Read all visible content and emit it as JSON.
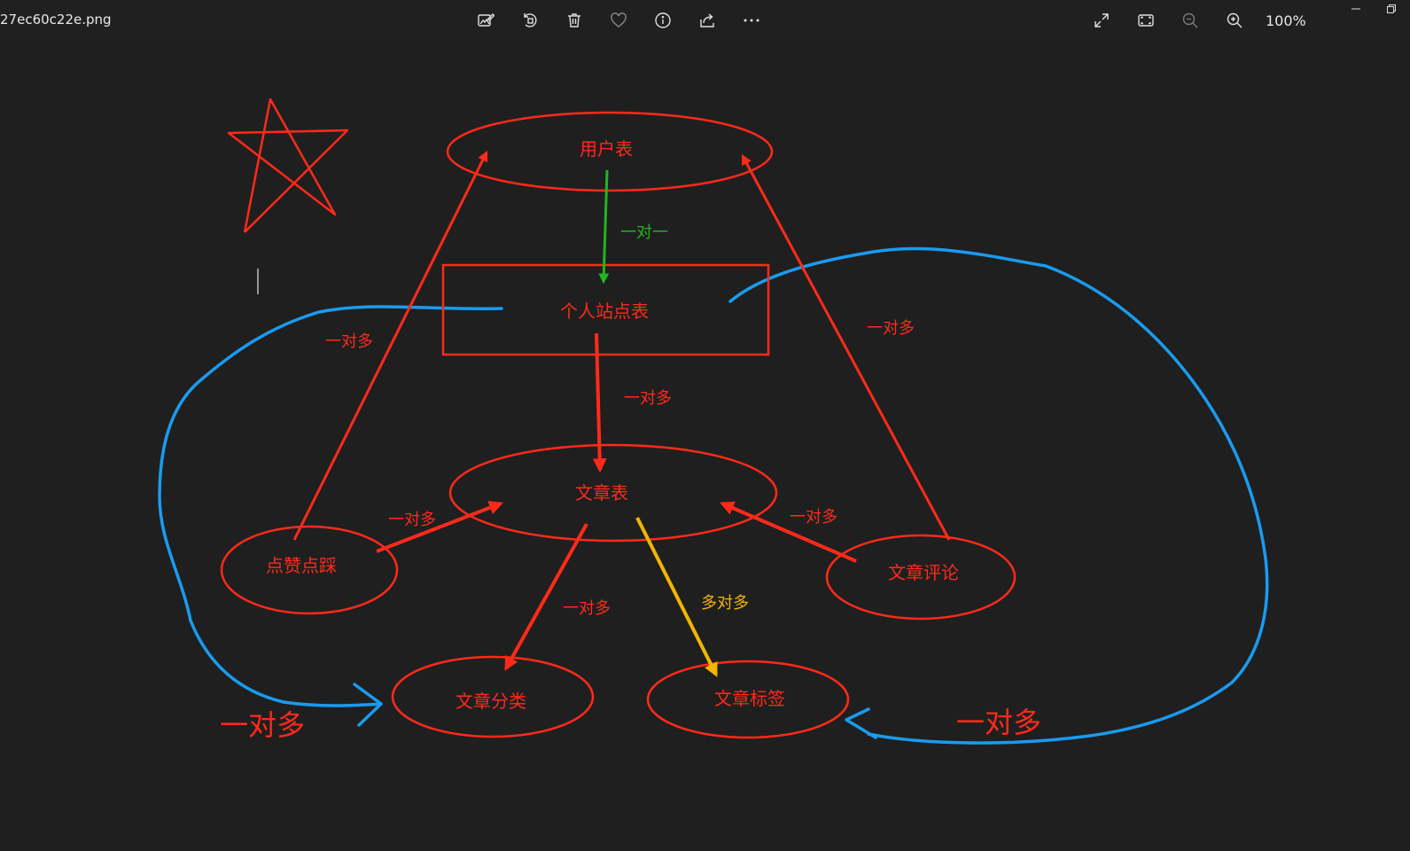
{
  "window": {
    "filename": "27ec60c22e.png",
    "zoom": "100%"
  },
  "toolbar": {
    "icons": [
      "edit-image-icon",
      "rotate-icon",
      "delete-icon",
      "favorite-icon",
      "info-icon",
      "share-icon",
      "more-icon"
    ]
  },
  "view_tools": {
    "icons": [
      "fullscreen-icon",
      "fit-window-icon",
      "zoom-out-icon",
      "zoom-in-icon"
    ]
  },
  "colors": {
    "background": "#1f1f1f",
    "red": "#ff2a1a",
    "green": "#22b422",
    "yellow": "#f2b600",
    "blue": "#1a9bf0"
  },
  "diagram": {
    "nodes": {
      "user": "用户表",
      "site": "个人站点表",
      "article": "文章表",
      "like": "点赞点踩",
      "comment": "文章评论",
      "category": "文章分类",
      "tag": "文章标签"
    },
    "relations": {
      "one_to_one": "一对一",
      "one_to_many": "一对多",
      "many_to_many": "多对多"
    }
  }
}
